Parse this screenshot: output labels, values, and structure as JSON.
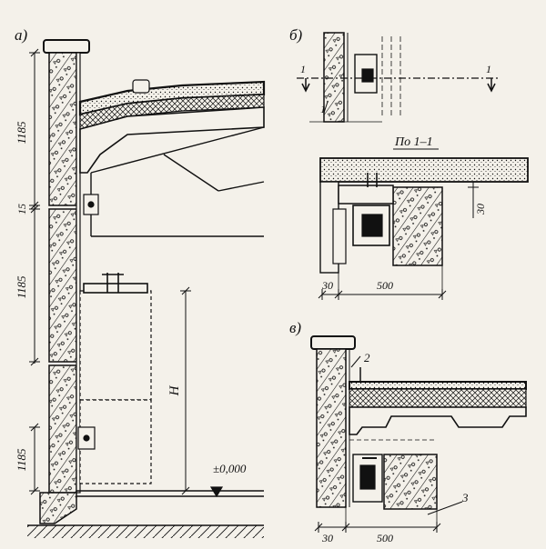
{
  "drawing": {
    "panel_labels": {
      "a": "а)",
      "b": "б)",
      "c": "в)"
    },
    "section_title": "По 1–1",
    "section_marks": [
      "1",
      "1",
      "1"
    ],
    "callouts": [
      "2",
      "3"
    ],
    "dimensions": {
      "a_vertical": [
        "1185",
        "15",
        "1185",
        "1185"
      ],
      "height_symbol": "Н",
      "level_mark": "±0,000",
      "section_30_vertical": "30",
      "section_30": "30",
      "section_500": "500",
      "c_30": "30",
      "c_500": "500"
    },
    "colors": {
      "ink": "#111111",
      "paper": "#f4f1ea"
    }
  }
}
